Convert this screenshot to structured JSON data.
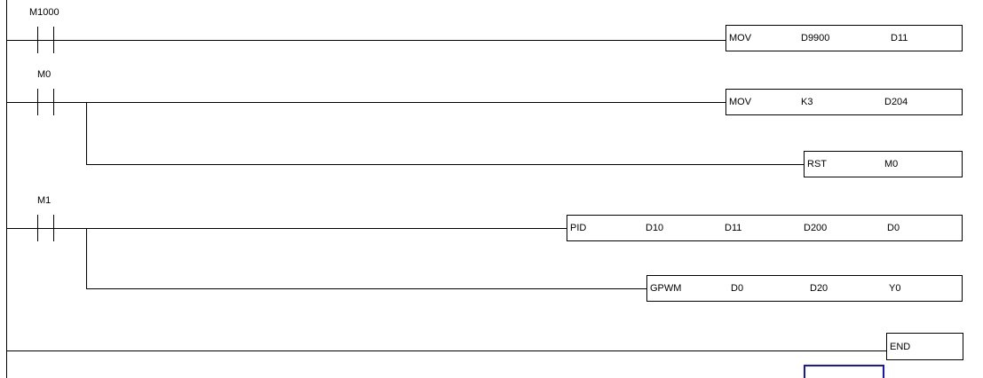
{
  "diagram": {
    "type": "plc-ladder-logic",
    "colors": {
      "wire": "#000000",
      "background": "#ffffff",
      "selection": "#1414c8"
    },
    "rungs": [
      {
        "id": "rung-1",
        "contact": {
          "label": "M1000",
          "type": "normally-open"
        },
        "instructions": [
          {
            "mnemonic": "MOV",
            "operands": [
              "D9900",
              "D11"
            ]
          }
        ]
      },
      {
        "id": "rung-2",
        "contact": {
          "label": "M0",
          "type": "normally-open"
        },
        "instructions": [
          {
            "mnemonic": "MOV",
            "operands": [
              "K3",
              "D204"
            ]
          },
          {
            "mnemonic": "RST",
            "operands": [
              "M0"
            ]
          }
        ]
      },
      {
        "id": "rung-3",
        "contact": {
          "label": "M1",
          "type": "normally-open"
        },
        "instructions": [
          {
            "mnemonic": "PID",
            "operands": [
              "D10",
              "D11",
              "D200",
              "D0"
            ]
          },
          {
            "mnemonic": "GPWM",
            "operands": [
              "D0",
              "D20",
              "Y0"
            ]
          }
        ]
      },
      {
        "id": "rung-4",
        "contact": null,
        "instructions": [
          {
            "mnemonic": "END",
            "operands": []
          }
        ]
      }
    ]
  }
}
